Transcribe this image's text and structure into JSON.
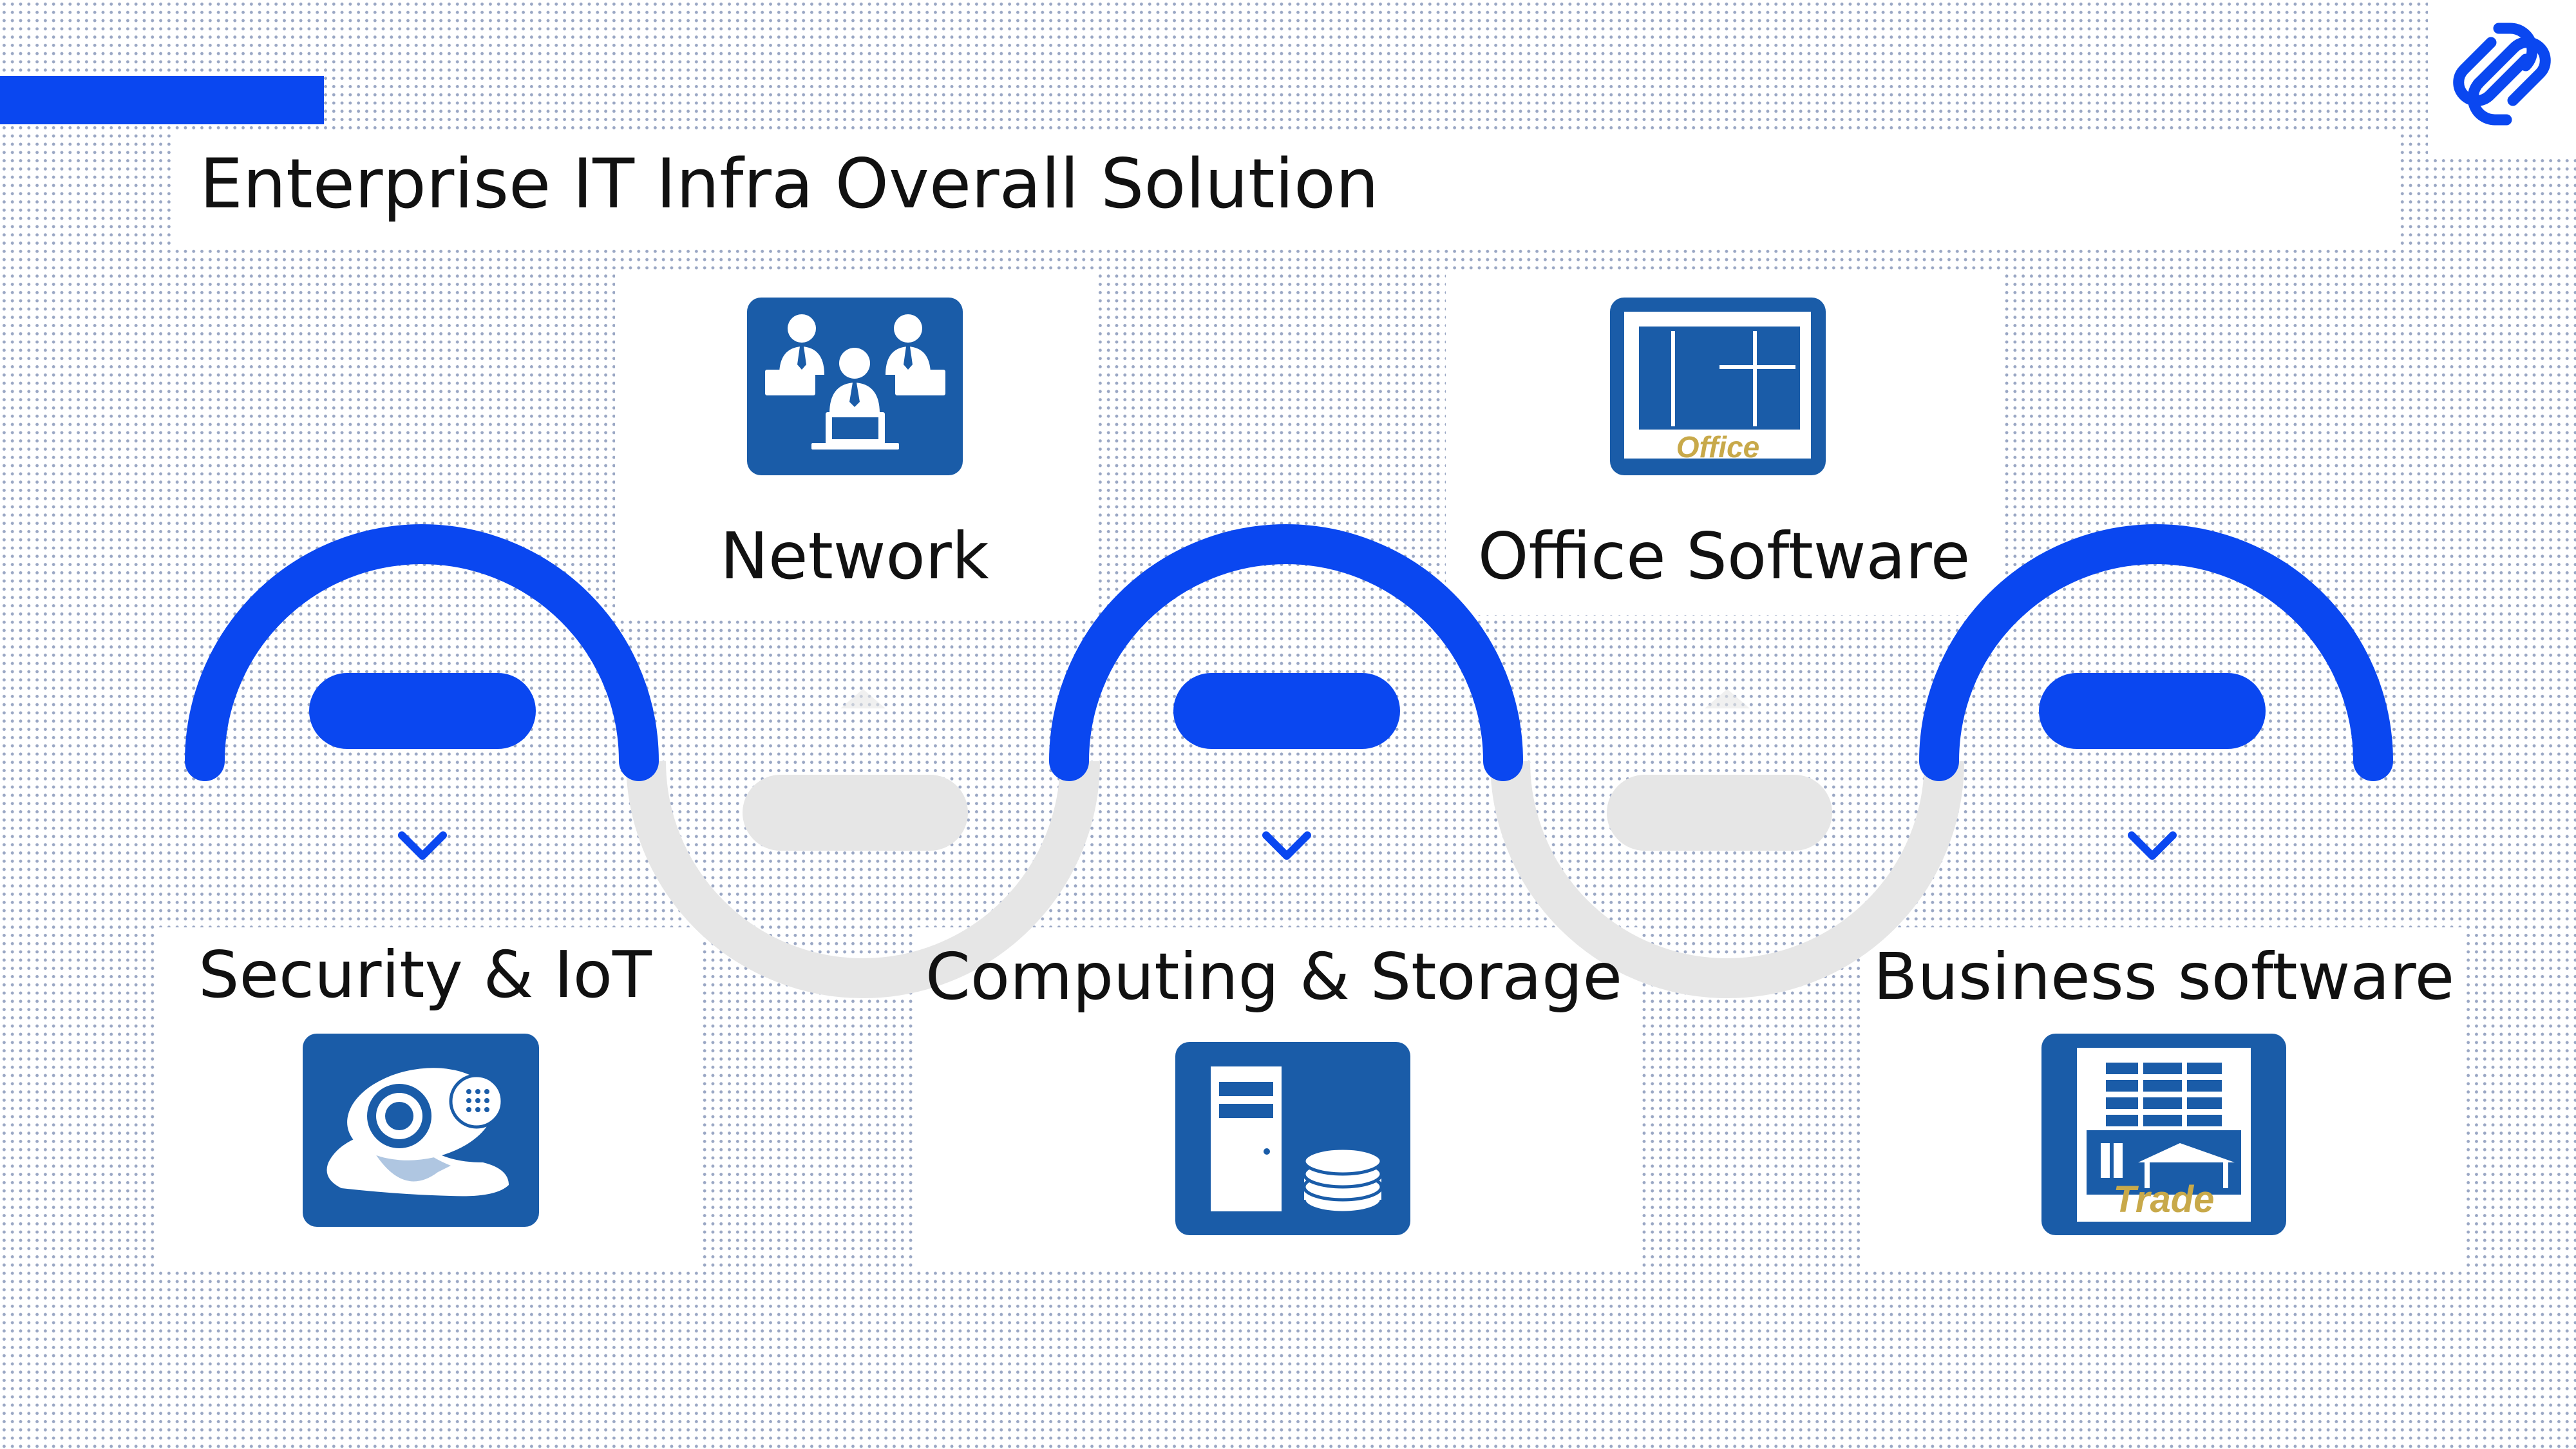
{
  "title": "Enterprise IT Infra Overall Solution",
  "colors": {
    "accent": "#0a47f0",
    "icon_tile": "#1a5ca8",
    "inactive_arc": "#e6e6e6",
    "text": "#111111",
    "tile_label": "#c8a94a"
  },
  "steps": [
    {
      "label": "Security & IoT",
      "icon": "security-camera-icon",
      "position": "bottom"
    },
    {
      "label": "Network",
      "icon": "network-people-icon",
      "position": "top"
    },
    {
      "label": "Computing & Storage",
      "icon": "server-storage-icon",
      "position": "bottom"
    },
    {
      "label": "Office Software",
      "icon": "office-building-icon",
      "position": "top",
      "tile_text": "Office"
    },
    {
      "label": "Business software",
      "icon": "trade-building-icon",
      "position": "bottom",
      "tile_text": "Trade"
    }
  ],
  "logo": {
    "icon": "chain-link-logo-icon"
  }
}
